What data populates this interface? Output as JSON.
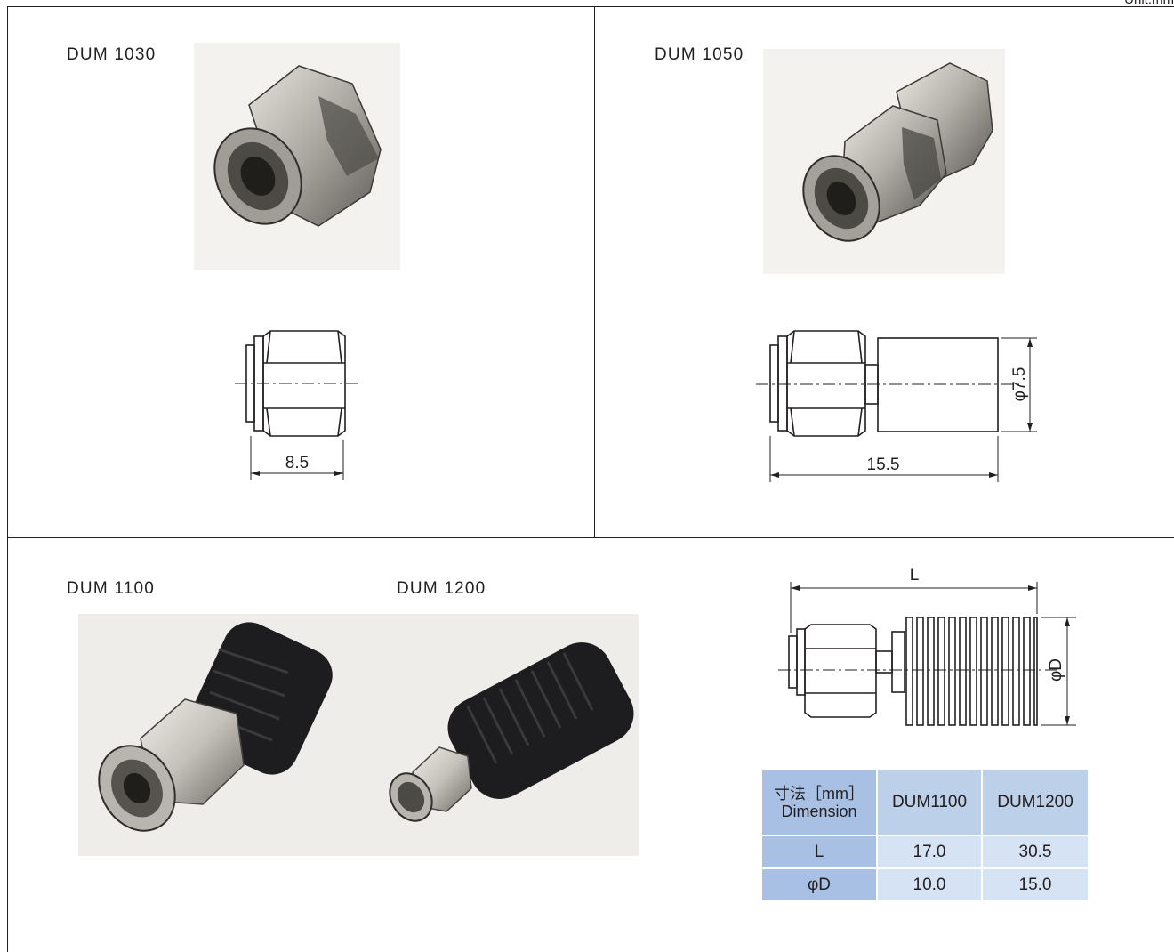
{
  "page": {
    "unit_label": "Unit:mm"
  },
  "products": {
    "dum1030": {
      "label": "DUM 1030",
      "dim_length": "8.5"
    },
    "dum1050": {
      "label": "DUM 1050",
      "dim_length": "15.5",
      "dim_diameter": "φ7.5"
    },
    "dum1100": {
      "label": "DUM 1100"
    },
    "dum1200": {
      "label": "DUM 1200"
    }
  },
  "finned_drawing": {
    "length_symbol": "L",
    "diameter_symbol": "φD"
  },
  "dimension_table": {
    "header_jp": "寸法［mm］",
    "header_en": "Dimension",
    "columns": [
      "DUM1100",
      "DUM1200"
    ],
    "rows": [
      {
        "label": "L",
        "values": [
          "17.0",
          "30.5"
        ]
      },
      {
        "label": "φD",
        "values": [
          "10.0",
          "15.0"
        ]
      }
    ]
  },
  "colors": {
    "line": "#231f20",
    "table_header": "#bdd0ea",
    "table_label": "#a7c0e3",
    "table_cell": "#d6e3f4",
    "black_body": "#1d1d1f",
    "metal": "#b8b6ae"
  }
}
